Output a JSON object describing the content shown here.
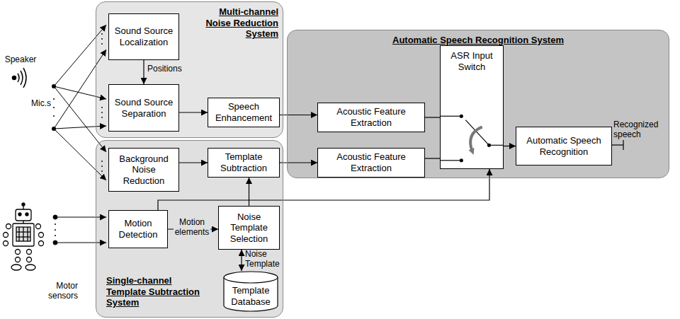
{
  "diagram": {
    "nodes": [
      {
        "text": [
          "Multi-channel Noise Reduction System"
        ]
      },
      {
        "text": [
          "Sound Source Localization"
        ],
        "in": 0
      },
      {
        "text": [
          "Sound Source Separation"
        ],
        "in": 0
      },
      {
        "text": [
          "Speech Enhancement"
        ],
        "in": 0
      },
      {
        "text": [
          "Automatic Speech Recognition System"
        ]
      },
      {
        "text": [
          "Acoustic Feature Extraction"
        ],
        "in": 4
      },
      {
        "text": [
          "ASR Input Switch"
        ],
        "in": 4
      },
      {
        "text": [
          "Automatic Speech Recognition"
        ],
        "in": 4
      },
      {
        "text": [
          "Acoustic Feature Extraction"
        ],
        "in": 4
      },
      {
        "text": [
          "Single-channel Template Subtraction System"
        ]
      },
      {
        "text": [
          "Background Noise Reduction"
        ],
        "in": 9
      },
      {
        "text": [
          "Template Subtraction"
        ],
        "in": 9
      },
      {
        "text": [
          "Motion Detection"
        ],
        "in": 9
      },
      {
        "text": [
          "Noise Template Selection"
        ],
        "in": 9
      },
      {
        "text": [
          "Template Database"
        ],
        "in": 9
      }
    ],
    "edges": [
      {
        "from": 1,
        "to": 2,
        "arrow": "to"
      },
      {
        "from": 2,
        "to": 3,
        "arrow": "to"
      },
      {
        "from": 3,
        "to": 5,
        "arrow": "to"
      },
      {
        "from": 10,
        "to": 11,
        "arrow": "to"
      },
      {
        "from": 11,
        "to": 8,
        "arrow": "to"
      },
      {
        "from": 13,
        "to": 11,
        "arrow": "to"
      },
      {
        "from": 12,
        "to": 13,
        "label": "Motion elements",
        "arrow": "to"
      },
      {
        "from": 12,
        "to": 6,
        "arrow": "to"
      },
      {
        "from": 13,
        "to": 14,
        "label": "Noise Template",
        "arrow": "both"
      },
      {
        "from": 5,
        "to": 6,
        "arrow": "none"
      },
      {
        "from": 8,
        "to": 6,
        "arrow": "none"
      },
      {
        "from": 6,
        "to": 7,
        "arrow": "to"
      }
    ],
    "labels": [
      "Speaker",
      "Mic.s",
      "Positions",
      "Motor sensors",
      "Recognized speech"
    ]
  }
}
